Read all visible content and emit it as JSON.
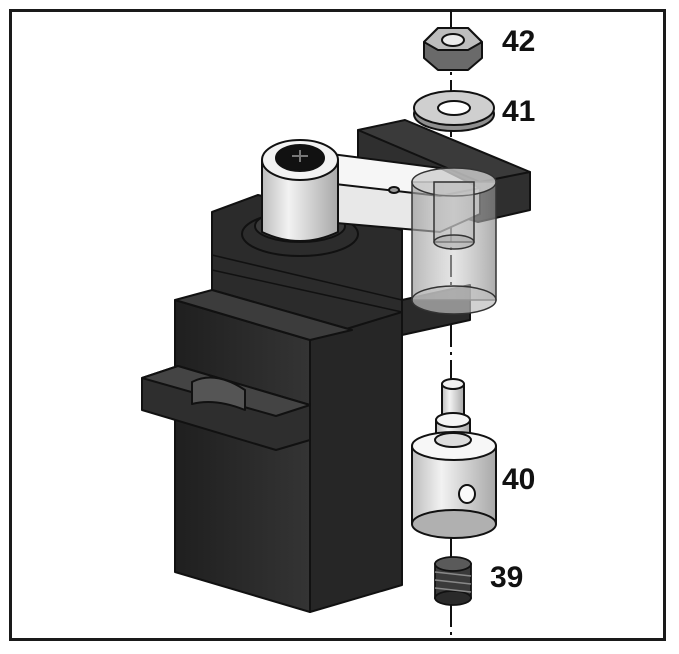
{
  "figure": {
    "description_labels": [
      {
        "id": "nut",
        "label": "42",
        "icon": "hex-nut-icon"
      },
      {
        "id": "washer",
        "label": "41",
        "icon": "flat-washer-icon"
      },
      {
        "id": "coupler",
        "label": "40",
        "icon": "shaft-coupler-icon"
      },
      {
        "id": "setscrew",
        "label": "39",
        "icon": "set-screw-icon"
      }
    ],
    "colors": {
      "servo_body": "#2b2b2b",
      "servo_edge": "#111111",
      "horn": "#e8e8e8",
      "part_light": "#d9d9d9",
      "frame": "#1a1a1a"
    }
  }
}
